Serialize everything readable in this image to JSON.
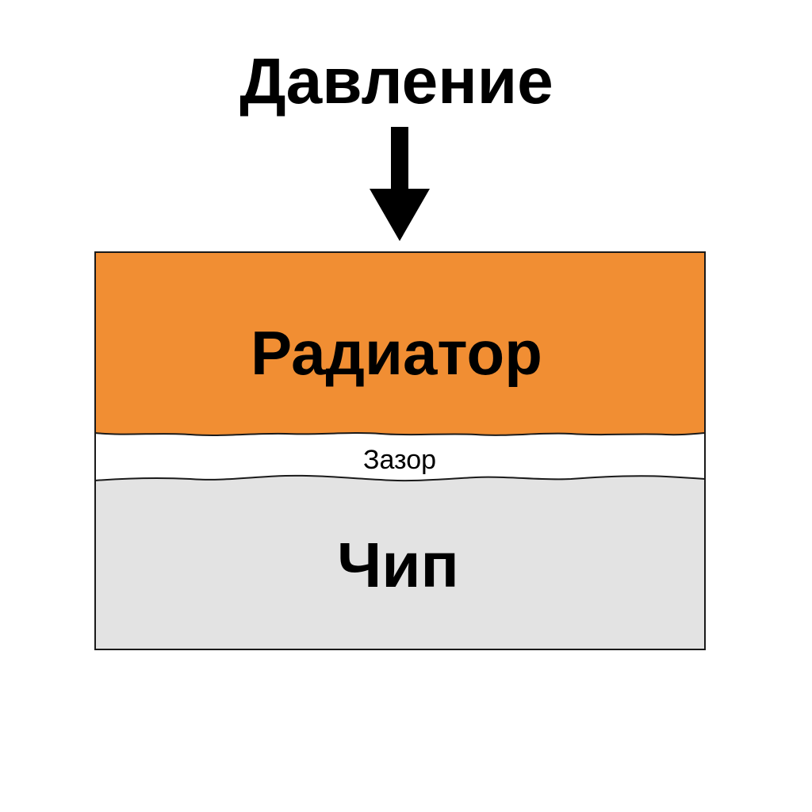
{
  "pressure": {
    "label": "Давление"
  },
  "layers": {
    "heatsink": {
      "label": "Радиатор",
      "color": "#F18E33"
    },
    "gap": {
      "label": "Зазор",
      "color": "#FFFFFF"
    },
    "chip": {
      "label": "Чип",
      "color": "#E3E3E3"
    }
  },
  "colors": {
    "outline": "#1A1A1A",
    "arrow": "#000000"
  },
  "icons": {
    "pressure_arrow": "arrow-down-icon"
  }
}
